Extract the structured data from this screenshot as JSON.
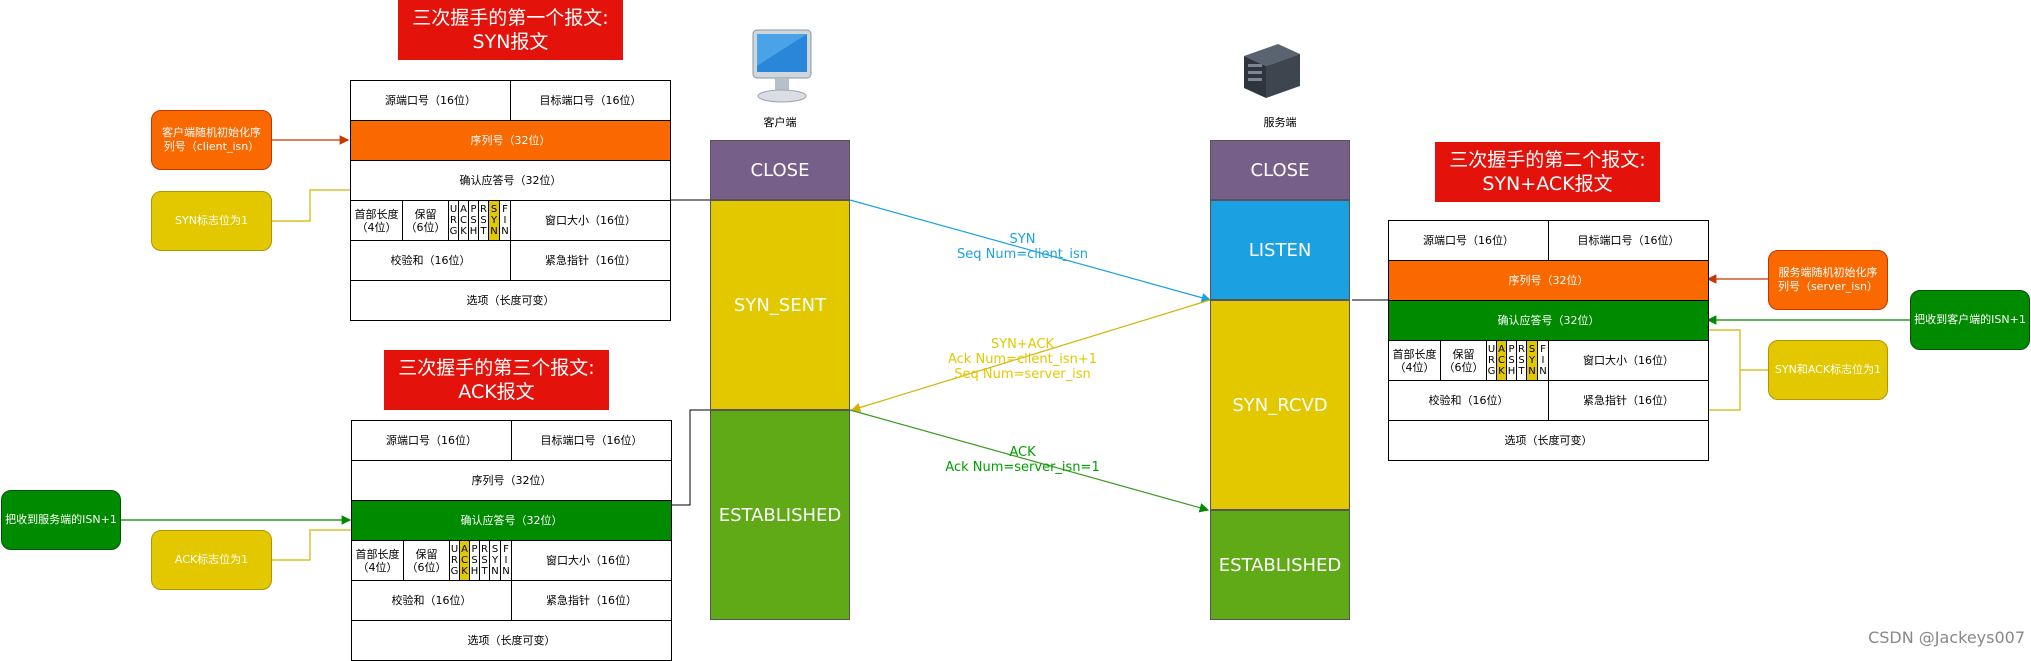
{
  "titles": {
    "first": [
      "三次握手的第一个报文:",
      "SYN报文"
    ],
    "second": [
      "三次握手的第二个报文:",
      "SYN+ACK报文"
    ],
    "third": [
      "三次握手的第三个报文:",
      "ACK报文"
    ]
  },
  "hosts": {
    "client": "客户端",
    "server": "服务端"
  },
  "client_states": [
    "CLOSE",
    "SYN_SENT",
    "ESTABLISHED"
  ],
  "server_states": [
    "CLOSE",
    "LISTEN",
    "SYN_RCVD",
    "ESTABLISHED"
  ],
  "header_fields": {
    "src_port": "源端口号（16位）",
    "dst_port": "目标端口号（16位）",
    "seq": "序列号（32位）",
    "ack": "确认应答号（32位）",
    "hdr_len": [
      "首部长度",
      "（4位）"
    ],
    "reserved": [
      "保留",
      "（6位）"
    ],
    "window": "窗口大小（16位）",
    "checksum": "校验和（16位）",
    "urgent": "紧急指针（16位）",
    "options": "选项（长度可变）",
    "flags": [
      {
        "name": "URG",
        "letters": [
          "U",
          "R",
          "G"
        ]
      },
      {
        "name": "ACK",
        "letters": [
          "A",
          "C",
          "K"
        ]
      },
      {
        "name": "PSH",
        "letters": [
          "P",
          "S",
          "H"
        ]
      },
      {
        "name": "RST",
        "letters": [
          "R",
          "S",
          "T"
        ]
      },
      {
        "name": "SYN",
        "letters": [
          "S",
          "Y",
          "N"
        ]
      },
      {
        "name": "FIN",
        "letters": [
          "F",
          "I",
          "N"
        ]
      }
    ]
  },
  "notes": {
    "client_isn": [
      "客户端随机初始化序",
      "列号（client_isn）"
    ],
    "syn_flag": "SYN标志位为1",
    "server_isn": [
      "服务端随机初始化序",
      "列号（server_isn）"
    ],
    "recv_client_isn": "把收到客户端的ISN+1",
    "synack_flag": "SYN和ACK标志位为1",
    "recv_server_isn": "把收到服务端的ISN+1",
    "ack_flag": "ACK标志位为1"
  },
  "messages": {
    "syn": [
      "SYN",
      "Seq Num=client_isn"
    ],
    "synack": [
      "SYN+ACK",
      "Ack Num=client_isn+1",
      "Seq Num=server_isn"
    ],
    "ack": [
      "ACK",
      "Ack Num=server_isn=1"
    ]
  },
  "colors": {
    "close": "#76608a",
    "listen": "#1ba1e2",
    "syn_state": "#e3c800",
    "established": "#60a917",
    "syn_arrow": "#1ba1e2",
    "synack_arrow": "#e3c800",
    "ack_arrow": "#008a00"
  },
  "watermark": "CSDN @Jackeys007"
}
